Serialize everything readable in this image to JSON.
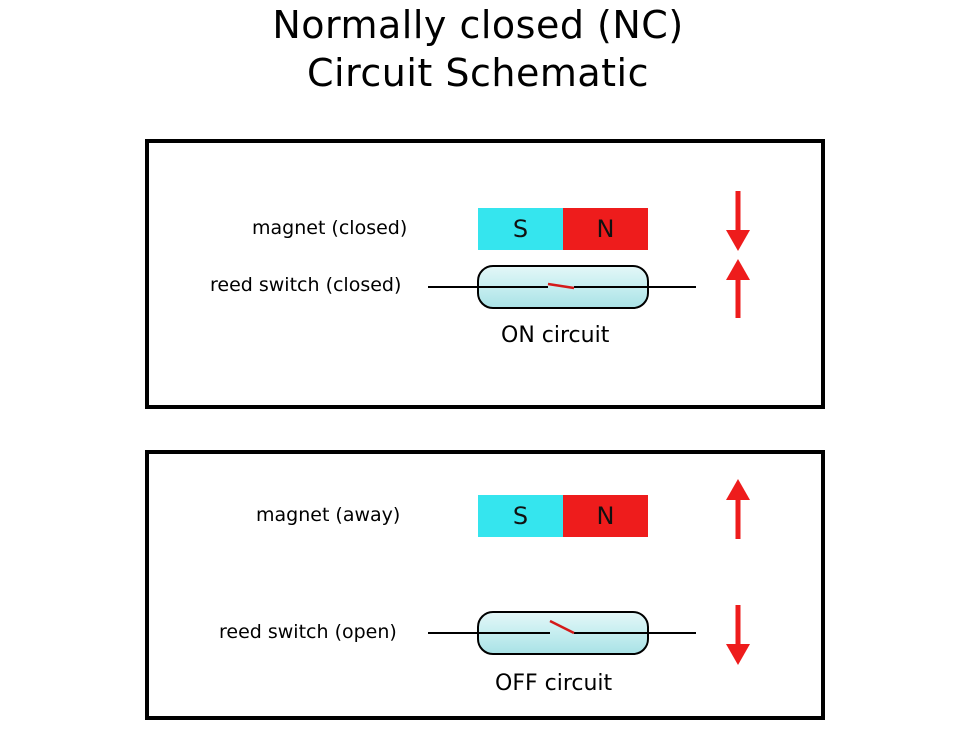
{
  "title": {
    "line1": "Normally closed (NC)",
    "line2": "Circuit Schematic"
  },
  "panels": [
    {
      "magnet_label": "magnet (closed)",
      "switch_label": "reed switch (closed)",
      "magnet_s": "S",
      "magnet_n": "N",
      "circuit_label": "ON circuit",
      "contact_state": "closed",
      "magnet_arrow": "down",
      "switch_arrow": "up"
    },
    {
      "magnet_label": "magnet (away)",
      "switch_label": "reed switch (open)",
      "magnet_s": "S",
      "magnet_n": "N",
      "circuit_label": "OFF circuit",
      "contact_state": "open",
      "magnet_arrow": "up",
      "switch_arrow": "down"
    }
  ],
  "colors": {
    "south_pole": "#35e5ee",
    "north_pole": "#ee1c1c",
    "arrow": "#ee1c1c",
    "glass_tube": "#c6eef0",
    "contact": "#d41a1a"
  }
}
